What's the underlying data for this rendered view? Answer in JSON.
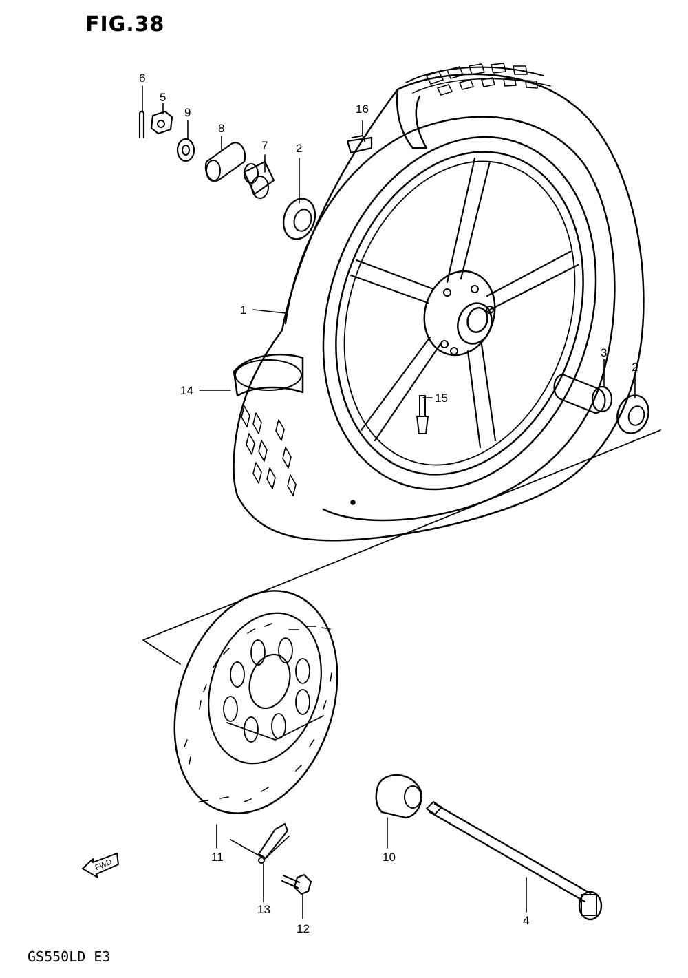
{
  "figure_title": "FIG.38",
  "model_code": "GS550LD E3",
  "fwd_label": "FWD",
  "callouts": {
    "c1": "1",
    "c2a": "2",
    "c2b": "2",
    "c3": "3",
    "c4": "4",
    "c5": "5",
    "c6": "6",
    "c7": "7",
    "c8": "8",
    "c9": "9",
    "c10": "10",
    "c11": "11",
    "c12": "12",
    "c13": "13",
    "c14": "14",
    "c15": "15",
    "c16": "16"
  }
}
